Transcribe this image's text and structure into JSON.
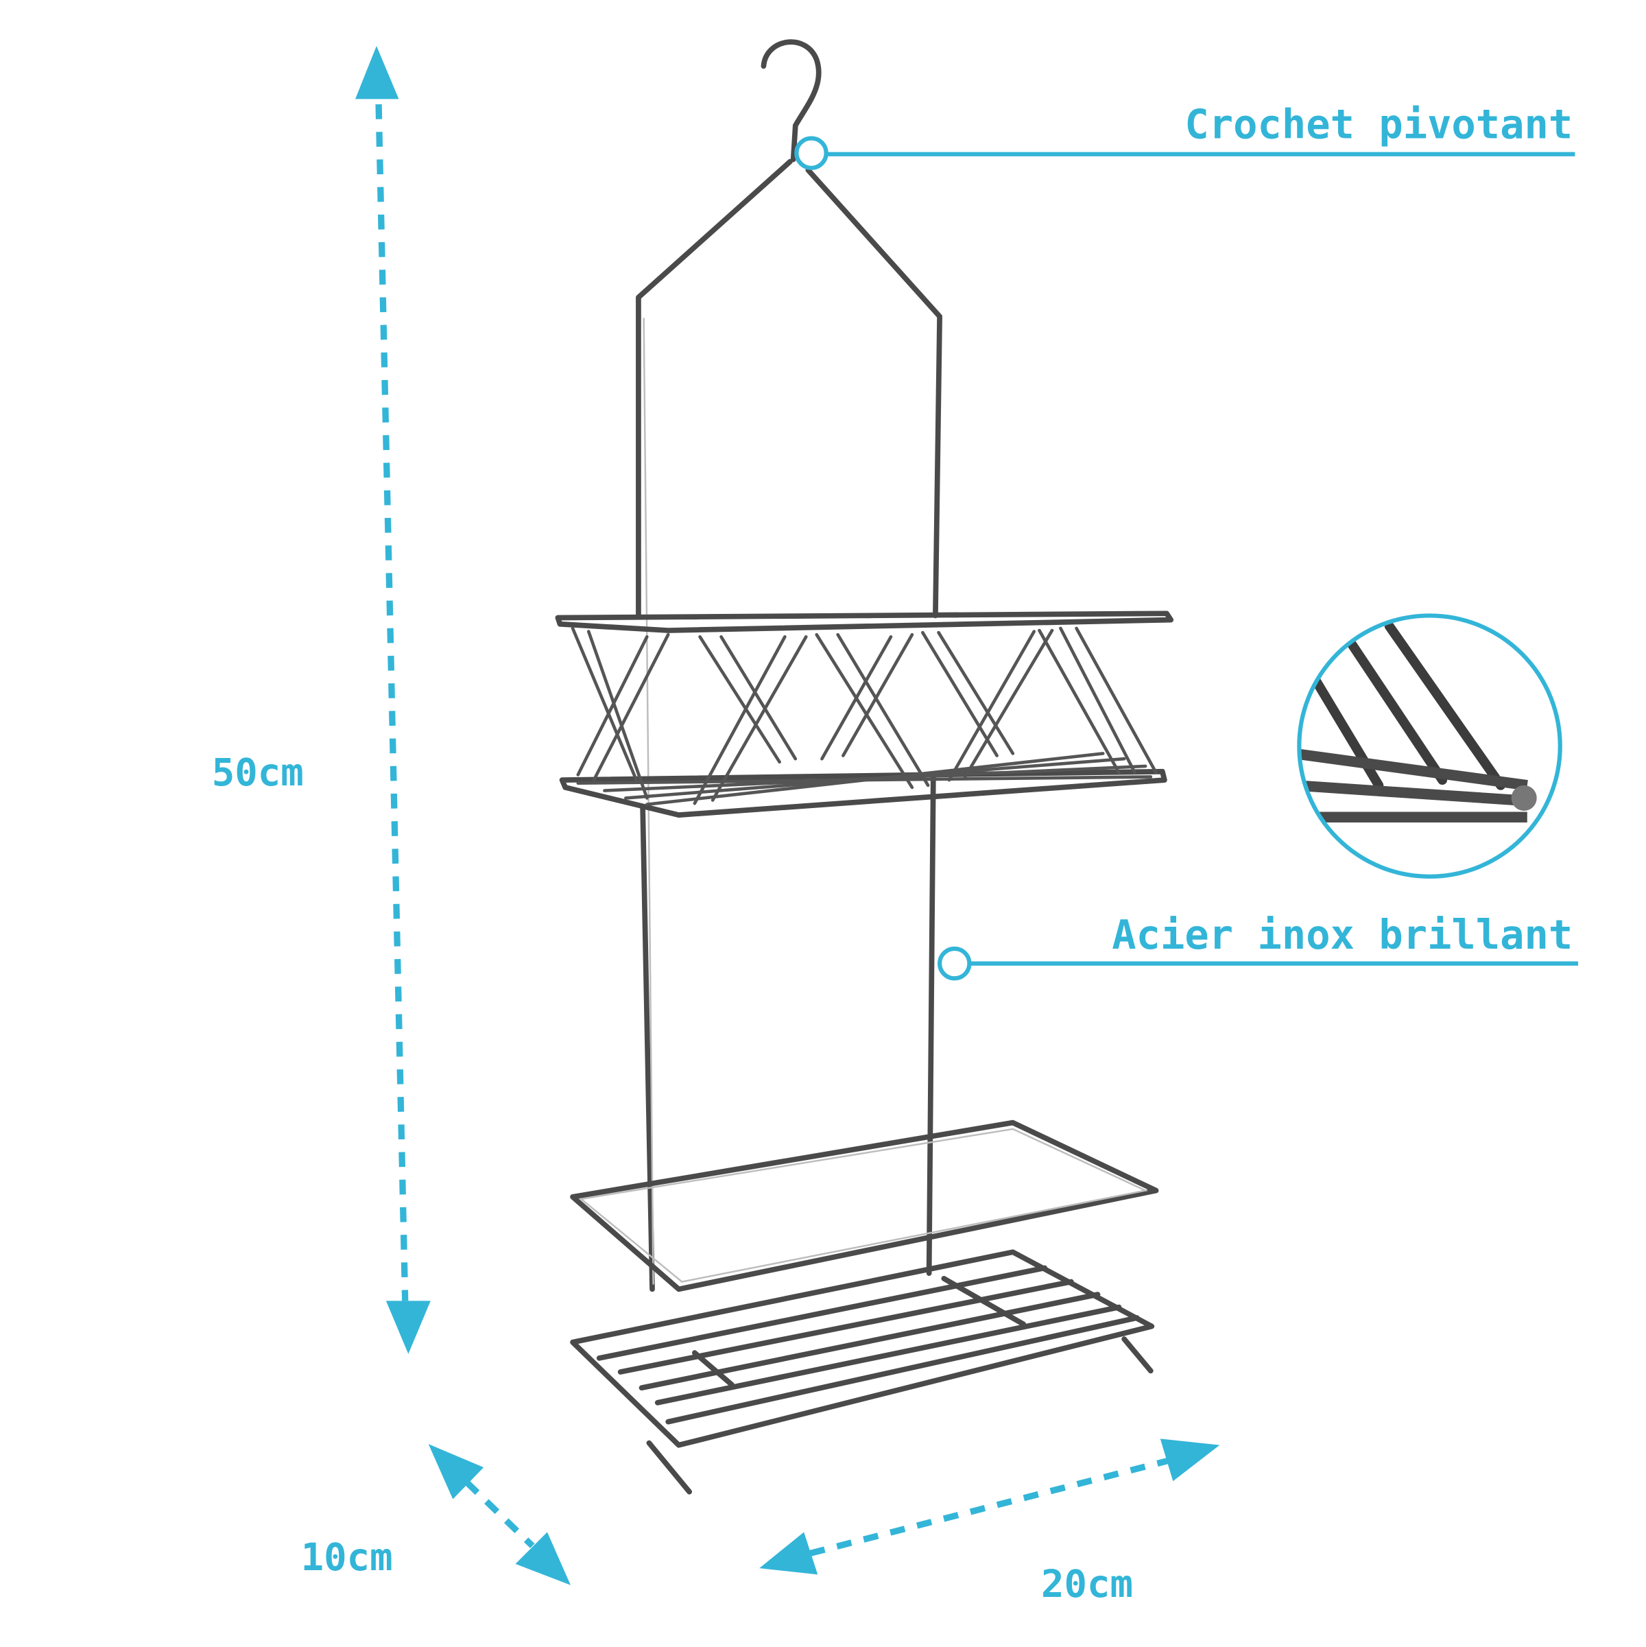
{
  "accent_color": "#33b5d8",
  "dimensions": {
    "height": "50cm",
    "depth": "10cm",
    "width": "20cm"
  },
  "callouts": {
    "hook": "Crochet pivotant",
    "material": "Acier inox brillant"
  }
}
